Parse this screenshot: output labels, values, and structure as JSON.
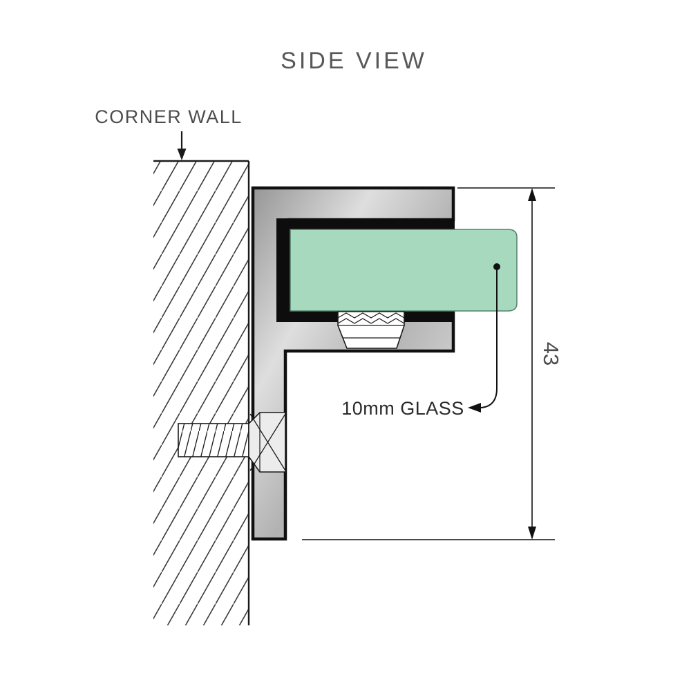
{
  "title": "SIDE VIEW",
  "wall": {
    "label": "CORNER WALL"
  },
  "glass": {
    "label": "10mm GLASS"
  },
  "dimension": {
    "value": "43"
  },
  "colors": {
    "glass_fill": "#a6d9be",
    "glass_stroke": "#55806a",
    "line": "#1a1a1a",
    "text": "#4d4d4d"
  }
}
